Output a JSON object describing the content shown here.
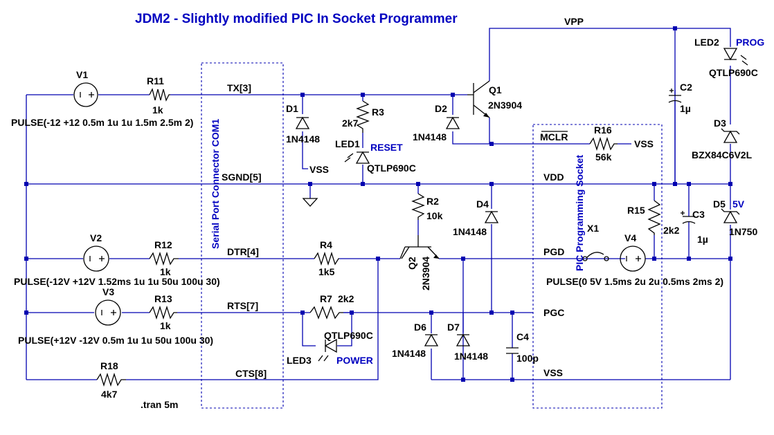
{
  "title": "JDM2 - Slightly modified PIC In Socket Programmer",
  "boxes": {
    "serial": "Serial Port Connector  COM1",
    "socket": "PIC Programming Socket"
  },
  "nets": {
    "tx": "TX[3]",
    "sgnd": "SGND[5]",
    "dtr": "DTR[4]",
    "rts": "RTS[7]",
    "cts": "CTS[8]",
    "vpp": "VPP",
    "vdd": "VDD",
    "vss": "VSS",
    "pgd": "PGD",
    "pgc": "PGC",
    "mclr": "MCLR"
  },
  "components": {
    "v1": {
      "ref": "V1",
      "value": "PULSE(-12 +12 0.5m 1u 1u 1.5m 2.5m 2)"
    },
    "v2": {
      "ref": "V2",
      "value": "PULSE(-12V +12V 1.52ms 1u 1u 50u 100u 30)"
    },
    "v3": {
      "ref": "V3",
      "value": "PULSE(+12V -12V 0.5m 1u 1u 50u 100u 30)"
    },
    "v4": {
      "ref": "V4",
      "value": "PULSE(0 5V 1.5ms 2u 2u 0.5ms 2ms 2)"
    },
    "r11": {
      "ref": "R11",
      "value": "1k"
    },
    "r12": {
      "ref": "R12",
      "value": "1k"
    },
    "r13": {
      "ref": "R13",
      "value": "1k"
    },
    "r18": {
      "ref": "R18",
      "value": "4k7"
    },
    "r3": {
      "ref": "R3",
      "value": "2k7"
    },
    "r4": {
      "ref": "R4",
      "value": "1k5"
    },
    "r7": {
      "ref": "R7",
      "value": "2k2"
    },
    "r2": {
      "ref": "R2",
      "value": "10k"
    },
    "r15": {
      "ref": "R15",
      "value": "2k2"
    },
    "r16": {
      "ref": "R16",
      "value": "56k"
    },
    "d1": {
      "ref": "D1",
      "value": "1N4148"
    },
    "d2": {
      "ref": "D2",
      "value": "1N4148"
    },
    "d4": {
      "ref": "D4",
      "value": "1N4148"
    },
    "d6": {
      "ref": "D6",
      "value": "1N4148"
    },
    "d7": {
      "ref": "D7",
      "value": "1N4148"
    },
    "d3": {
      "ref": "D3",
      "value": "BZX84C6V2L"
    },
    "d5": {
      "ref": "D5",
      "value": "1N750"
    },
    "led1": {
      "ref": "LED1",
      "value": "QTLP690C",
      "tag": "RESET"
    },
    "led2": {
      "ref": "LED2",
      "value": "QTLP690C",
      "tag": "PROG"
    },
    "led3": {
      "ref": "LED3",
      "value": "QTLP690C",
      "tag": "POWER"
    },
    "q1": {
      "ref": "Q1",
      "value": "2N3904"
    },
    "q2": {
      "ref": "Q2",
      "value": "2N3904"
    },
    "c2": {
      "ref": "C2",
      "value": "1µ"
    },
    "c3": {
      "ref": "C3",
      "value": "1µ"
    },
    "c4": {
      "ref": "C4",
      "value": "100p"
    },
    "x1": {
      "ref": "X1"
    }
  },
  "d5_tag": "5V",
  "directive": ".tran 5m",
  "colors": {
    "wire": "#0000b0",
    "component": "#000000",
    "text_blue": "#0000c0"
  }
}
